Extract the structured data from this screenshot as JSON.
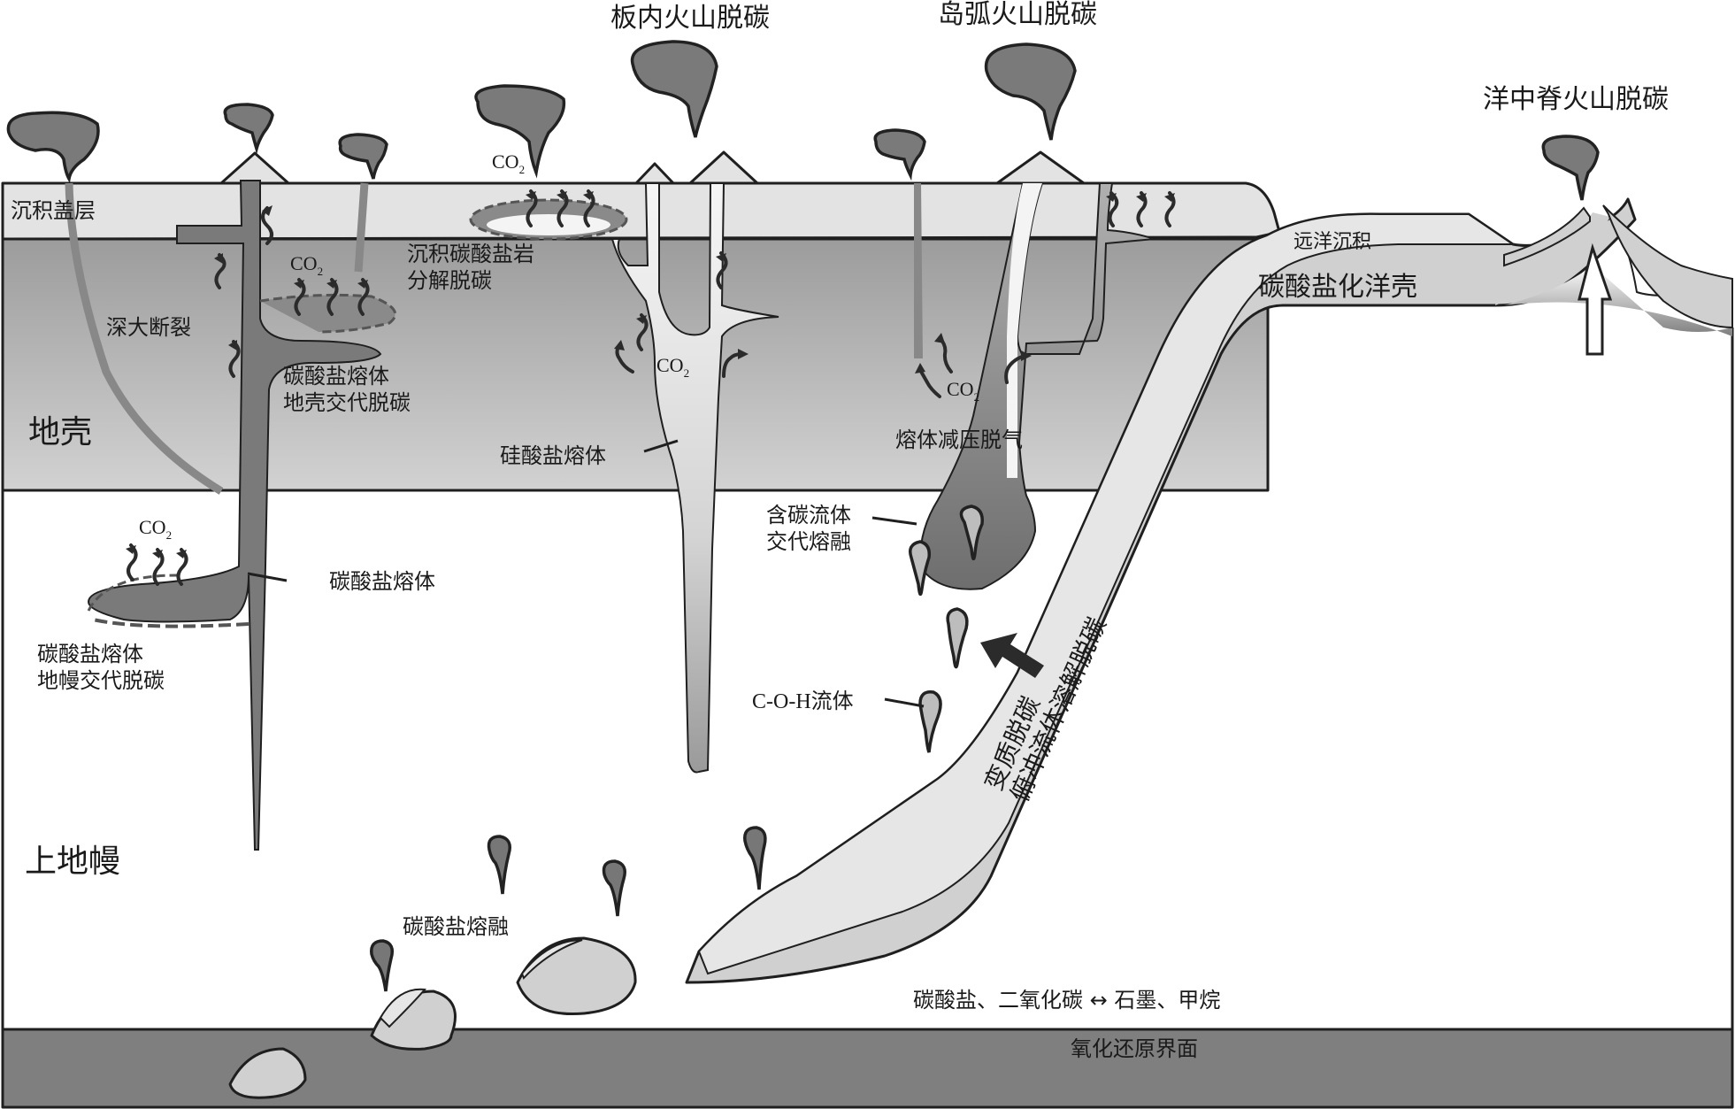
{
  "title_labels": {
    "intraplate": "板内火山脱碳",
    "island_arc": "岛弧火山脱碳",
    "mid_ocean_ridge": "洋中脊火山脱碳"
  },
  "layers": {
    "sediment_cover": "沉积盖层",
    "crust": "地壳",
    "upper_mantle": "上地幔",
    "pelagic_sediment": "远洋沉积",
    "carbonated_oceanic_crust": "碳酸盐化洋壳",
    "redox_interface": "氧化还原界面"
  },
  "labels": {
    "deep_fault": "深大断裂",
    "sed_carbonate_line1": "沉积碳酸盐岩",
    "sed_carbonate_line2": "分解脱碳",
    "crust_metasom_line1": "碳酸盐熔体",
    "crust_metasom_line2": "地壳交代脱碳",
    "silicate_melt": "硅酸盐熔体",
    "carbonate_melt": "碳酸盐熔体",
    "mantle_metasom_line1": "碳酸盐熔体",
    "mantle_metasom_line2": "地幔交代脱碳",
    "melt_decompression": "熔体减压脱气",
    "c_fluid_line1": "含碳流体",
    "c_fluid_line2": "交代熔融",
    "coh_fluid": "C-O-H流体",
    "slab_line1": "变质脱碳",
    "slab_line2": "俯冲流体溶解脱碳",
    "carbonate_melting": "碳酸盐熔融",
    "redox_reaction": "碳酸盐、二氧化碳 ↔ 石墨、甲烷"
  },
  "co2": {
    "base": "CO",
    "sub": "2"
  },
  "colors": {
    "sediment": "#e3e3e3",
    "crust_top": "#9e9e9e",
    "crust_bottom": "#cfcfcf",
    "melt_dark": "#7a7a7a",
    "slab": "#d0d0d0",
    "slab_sed": "#e6e6e6",
    "redox_band": "#7f7f7f"
  }
}
